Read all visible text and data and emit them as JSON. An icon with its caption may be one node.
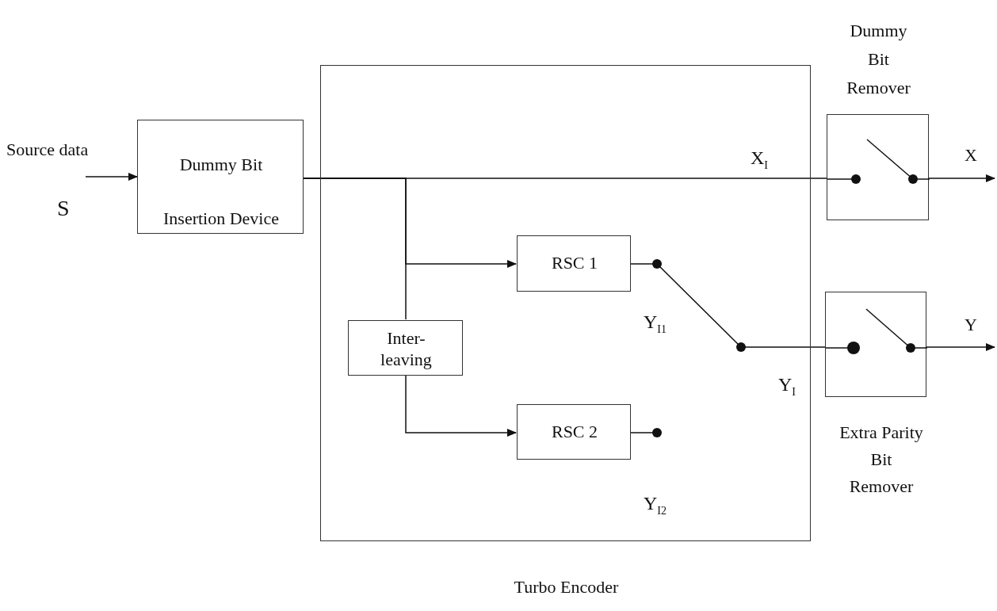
{
  "diagram": {
    "nodes": [
      {
        "text": [
          "Dummy Bit Insertion Device"
        ]
      },
      {
        "text": [
          "Turbo Encoder"
        ]
      },
      {
        "text": [
          "RSC 1"
        ],
        "in": 1
      },
      {
        "text": [
          "Inter- leaving"
        ],
        "in": 1
      },
      {
        "text": [
          "RSC 2"
        ],
        "in": 1
      },
      {
        "text": [
          "Dummy Bit Remover"
        ]
      },
      {
        "text": [
          "Extra Parity Bit Remover"
        ]
      }
    ],
    "edges": [
      {
        "from": null,
        "to": 0,
        "arrow": "to",
        "label": "Source data"
      },
      {
        "from": 0,
        "to": 5,
        "arrow": "none"
      },
      {
        "from": 0,
        "to": 2,
        "arrow": "to"
      },
      {
        "from": 0,
        "to": 3,
        "arrow": "none"
      },
      {
        "from": 3,
        "to": 4,
        "arrow": "to"
      },
      {
        "from": 2,
        "to": 6,
        "arrow": "none"
      },
      {
        "from": 4,
        "to": null,
        "arrow": "other"
      },
      {
        "from": 5,
        "to": null,
        "arrow": "to",
        "label": "X"
      },
      {
        "from": 6,
        "to": null,
        "arrow": "to",
        "label": "Y"
      }
    ],
    "labels": [
      "S",
      "X$_{I}$",
      "Y$_{I1}$",
      "Y$_{I}$",
      "Y$_{I2}$"
    ]
  }
}
